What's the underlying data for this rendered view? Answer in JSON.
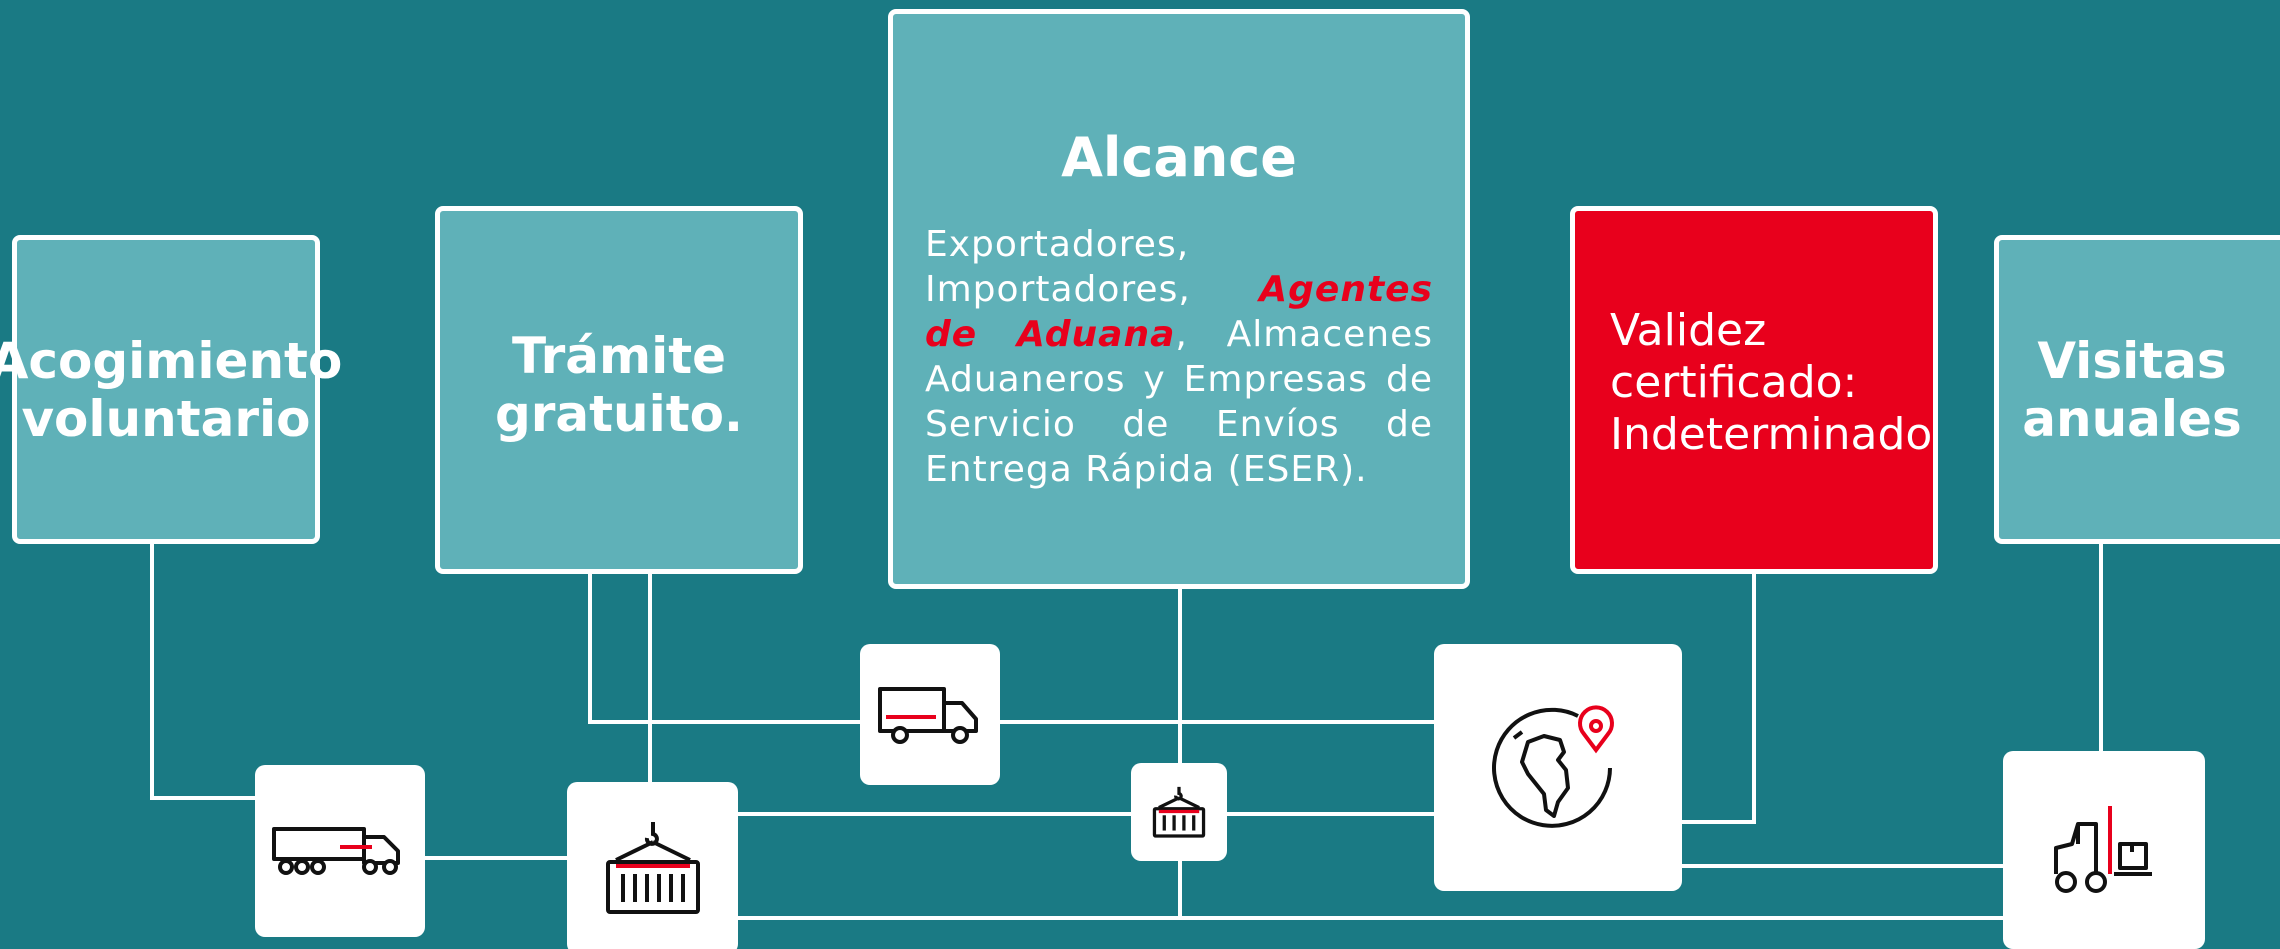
{
  "colors": {
    "background": "#1a7a84",
    "card": "#5fb1b8",
    "accent": "#e8001c",
    "line": "#ffffff"
  },
  "cards": {
    "acogimiento": {
      "line1": "Acogimiento",
      "line2": "voluntario"
    },
    "tramite": {
      "line1": "Trámite",
      "line2": "gratuito."
    },
    "alcance": {
      "title": "Alcance",
      "text_before": "Exportadores, Importadores, ",
      "highlight": "Agentes de Aduana",
      "text_after": ", Almacenes Aduaneros y Empresas de Servicio de Envíos de Entrega Rápida (ESER)."
    },
    "validez": {
      "line1": "Validez",
      "line2": "certificado:",
      "line3": "Indeterminado"
    },
    "visitas": {
      "line1": "Visitas",
      "line2": "anuales"
    }
  },
  "icons": [
    "truck-trailer-icon",
    "container-crane-icon",
    "delivery-truck-icon",
    "container-crane-small-icon",
    "globe-pin-icon",
    "forklift-icon"
  ]
}
